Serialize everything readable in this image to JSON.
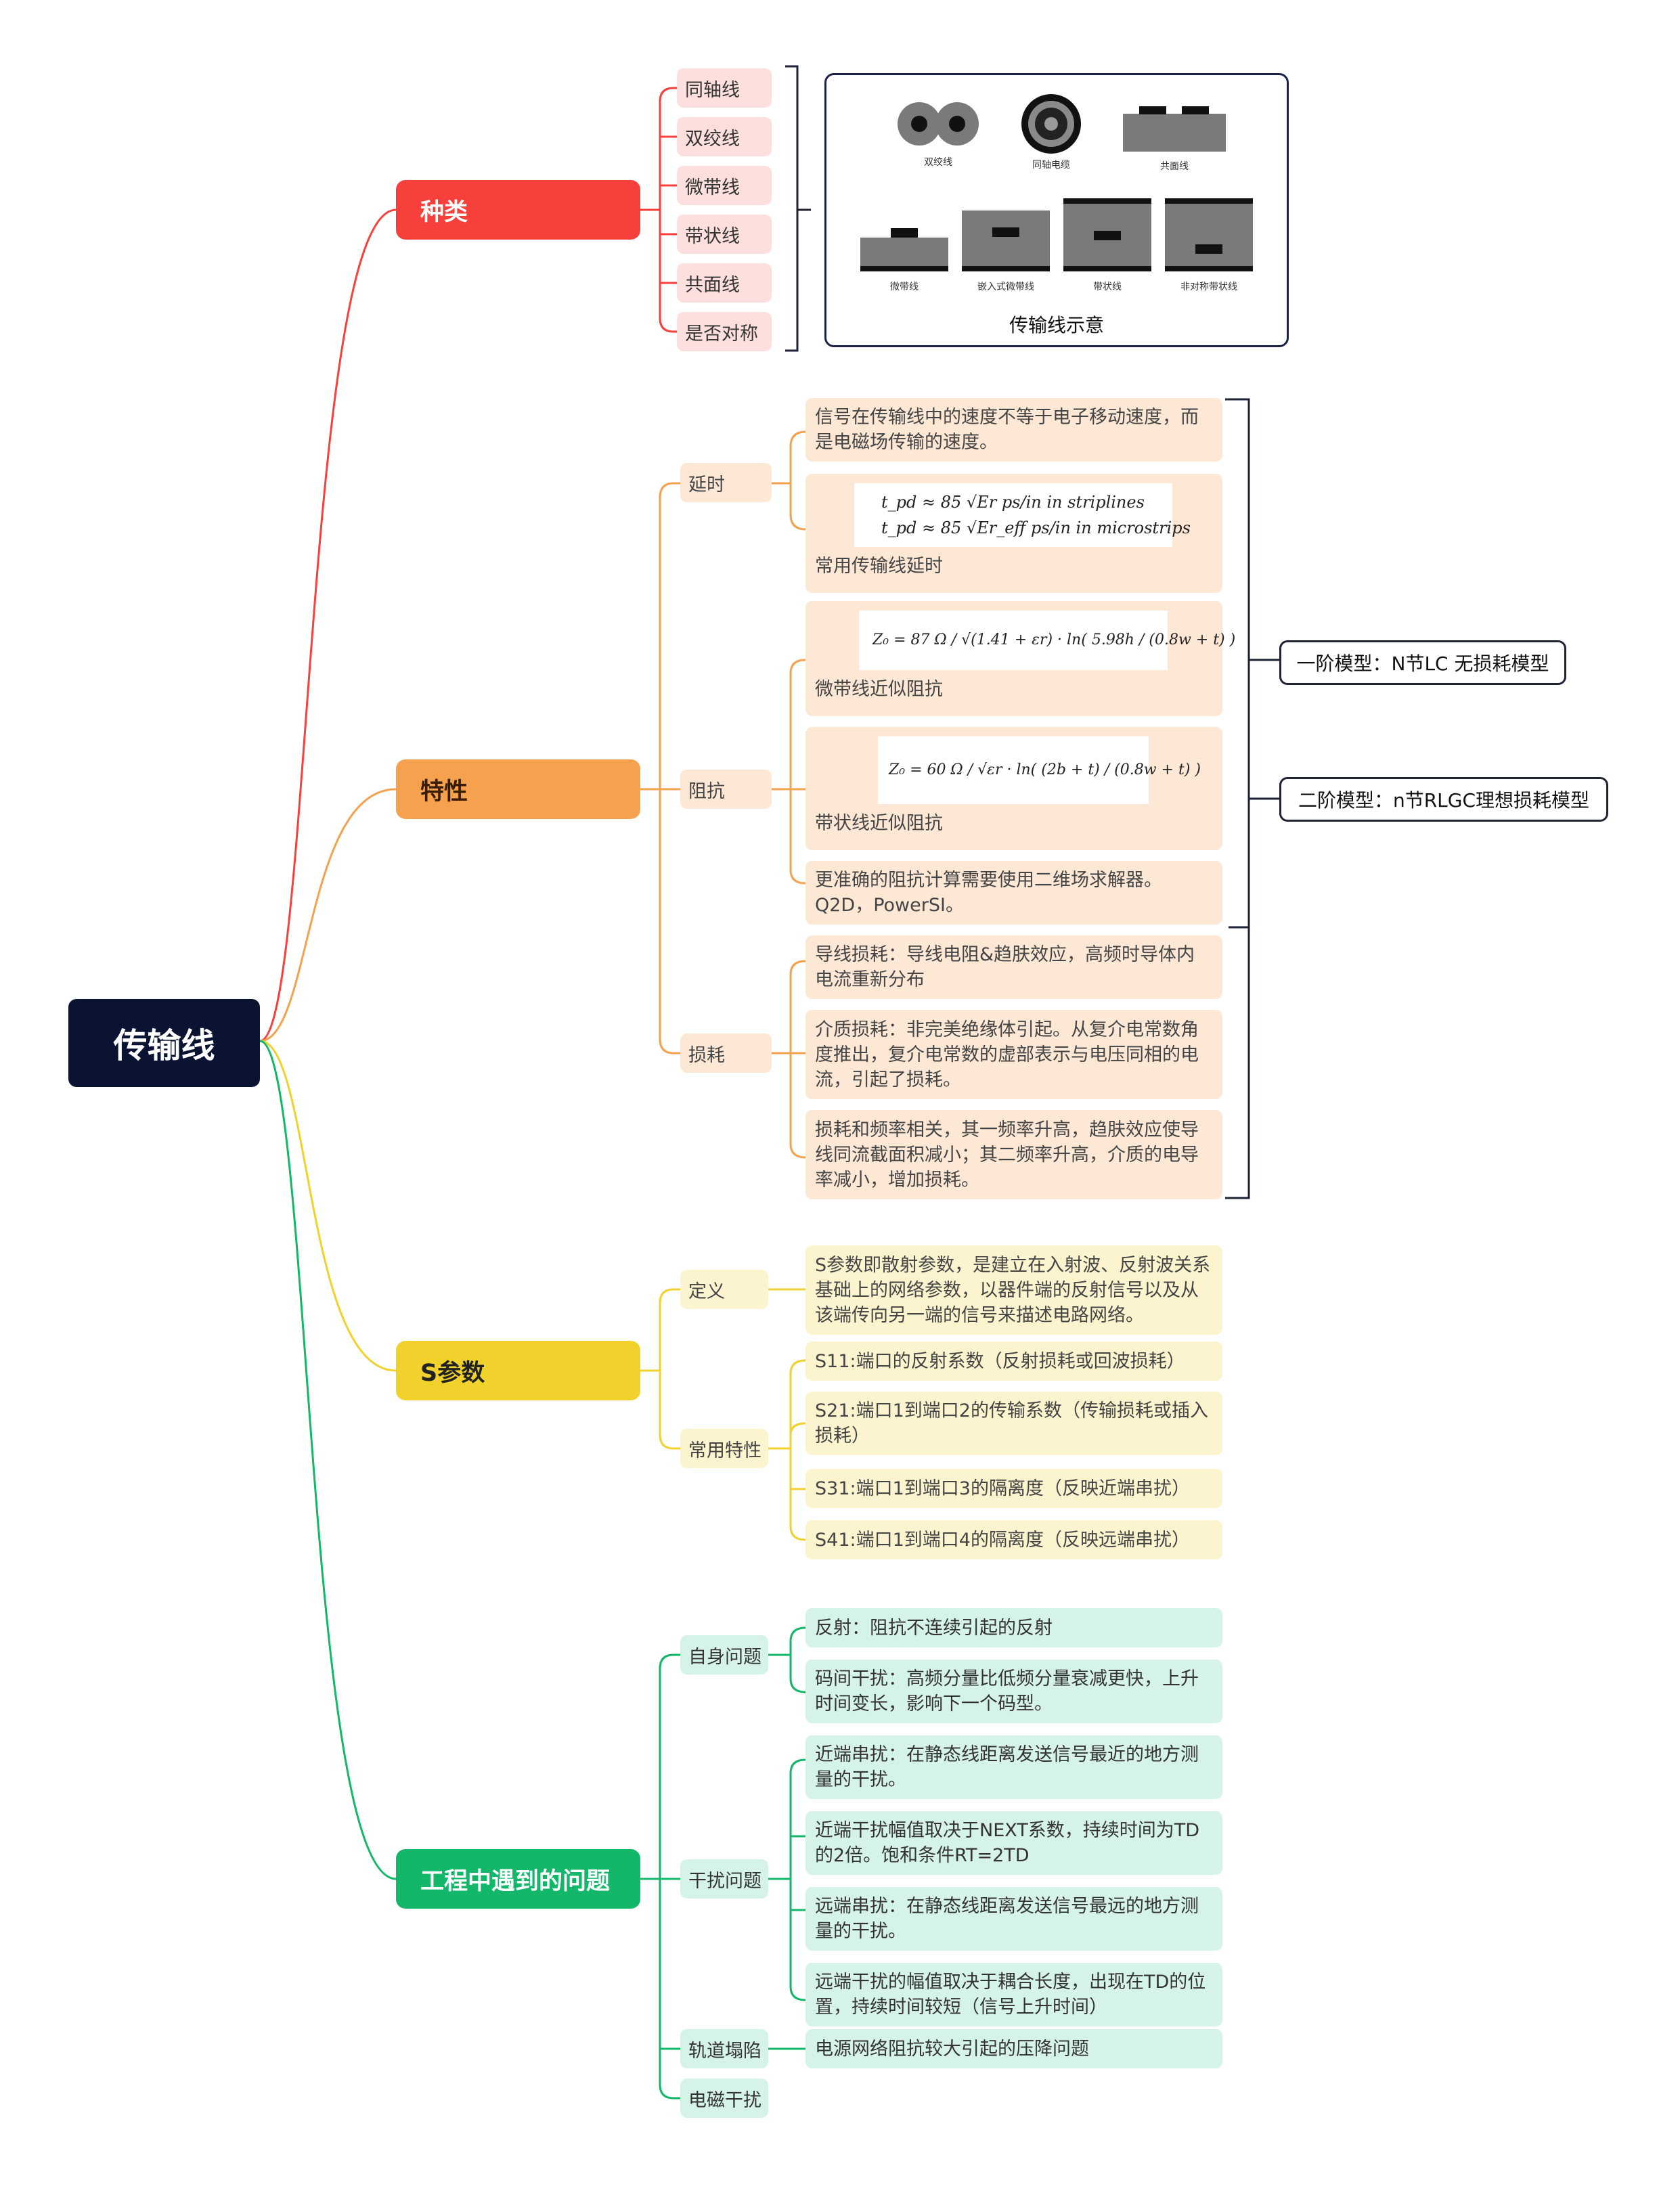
{
  "root": {
    "label": "传输线"
  },
  "types": {
    "label": "种类",
    "items": [
      "同轴线",
      "双绞线",
      "微带线",
      "带状线",
      "共面线",
      "是否对称"
    ],
    "image": {
      "title": "传输线示意",
      "captions": [
        "双绞线",
        "同轴电缆",
        "共面线",
        "微带线",
        "嵌入式微带线",
        "带状线",
        "非对称带状线"
      ]
    }
  },
  "props": {
    "label": "特性",
    "delay": {
      "label": "延时",
      "desc": "信号在传输线中的速度不等于电子移动速度，而是电磁场传输的速度。",
      "formula": [
        "t_pd ≈ 85 √Er ps/in in striplines",
        "t_pd ≈ 85 √Er_eff ps/in in microstrips"
      ],
      "caption": "常用传输线延时"
    },
    "impedance": {
      "label": "阻抗",
      "micro_formula": "Z₀ = 87 Ω / √(1.41 + εr) · ln( 5.98h / (0.8w + t) )",
      "micro_caption": "微带线近似阻抗",
      "strip_formula": "Z₀ = 60 Ω / √εr · ln( (2b + t) / (0.8w + t) )",
      "strip_caption": "带状线近似阻抗",
      "note": "更准确的阻抗计算需要使用二维场求解器。Q2D，PowerSI。"
    },
    "loss": {
      "label": "损耗",
      "items": [
        "导线损耗：导线电阻&趋肤效应，高频时导体内电流重新分布",
        "介质损耗：非完美绝缘体引起。从复介电常数角度推出，复介电常数的虚部表示与电压同相的电流，引起了损耗。",
        "损耗和频率相关，其一频率升高，趋肤效应使导线同流截面积减小；其二频率升高，介质的电导率减小，增加损耗。"
      ]
    },
    "models": [
      "一阶模型：N节LC 无损耗模型",
      "二阶模型：n节RLGC理想损耗模型"
    ]
  },
  "sparams": {
    "label": "S参数",
    "definition": {
      "label": "定义",
      "text": "S参数即散射参数，是建立在入射波、反射波关系基础上的网络参数，以器件端的反射信号以及从该端传向另一端的信号来描述电路网络。"
    },
    "common": {
      "label": "常用特性",
      "items": [
        "S11:端口的反射系数（反射损耗或回波损耗）",
        "S21:端口1到端口2的传输系数（传输损耗或插入损耗）",
        "S31:端口1到端口3的隔离度（反映近端串扰）",
        "S41:端口1到端口4的隔离度（反映远端串扰）"
      ]
    }
  },
  "issues": {
    "label": "工程中遇到的问题",
    "self": {
      "label": "自身问题",
      "items": [
        "反射：阻抗不连续引起的反射",
        "码间干扰：高频分量比低频分量衰减更快，上升时间变长，影响下一个码型。"
      ]
    },
    "interference": {
      "label": "干扰问题",
      "items": [
        "近端串扰：在静态线距离发送信号最近的地方测量的干扰。",
        "近端干扰幅值取决于NEXT系数，持续时间为TD的2倍。饱和条件RT=2TD",
        "远端串扰：在静态线距离发送信号最远的地方测量的干扰。",
        "远端干扰的幅值取决于耦合长度，出现在TD的位置，持续时间较短（信号上升时间）"
      ]
    },
    "rail": {
      "label": "轨道塌陷",
      "text": "电源网络阻抗较大引起的压降问题"
    },
    "emi": {
      "label": "电磁干扰"
    }
  },
  "colors": {
    "red": "#f7403b",
    "orange": "#f5a14d",
    "yellow": "#f1d22c",
    "green": "#12b76a",
    "root": "#0b1332"
  }
}
